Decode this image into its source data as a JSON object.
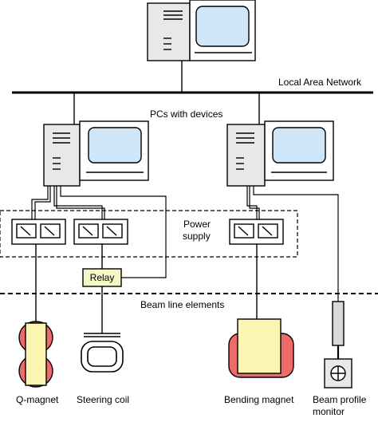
{
  "labels": {
    "lan": "Local Area Network",
    "pcs": "PCs with devices",
    "power_supply_1": "Power",
    "power_supply_2": "supply",
    "relay": "Relay",
    "beam_line": "Beam line elements",
    "q_magnet": "Q-magnet",
    "steering_coil": "Steering coil",
    "bending_magnet": "Bending magnet",
    "beam_profile_1": "Beam profile",
    "beam_profile_2": "monitor"
  },
  "colors": {
    "screen": "#cfe6f8",
    "tower": "#e8e8e8",
    "relay_fill": "#f6f7c6",
    "magnet_red": "#ee6b6b",
    "magnet_yellow": "#fdf6b2",
    "monitor_tube": "#d8d8d8",
    "stroke": "#000000"
  }
}
